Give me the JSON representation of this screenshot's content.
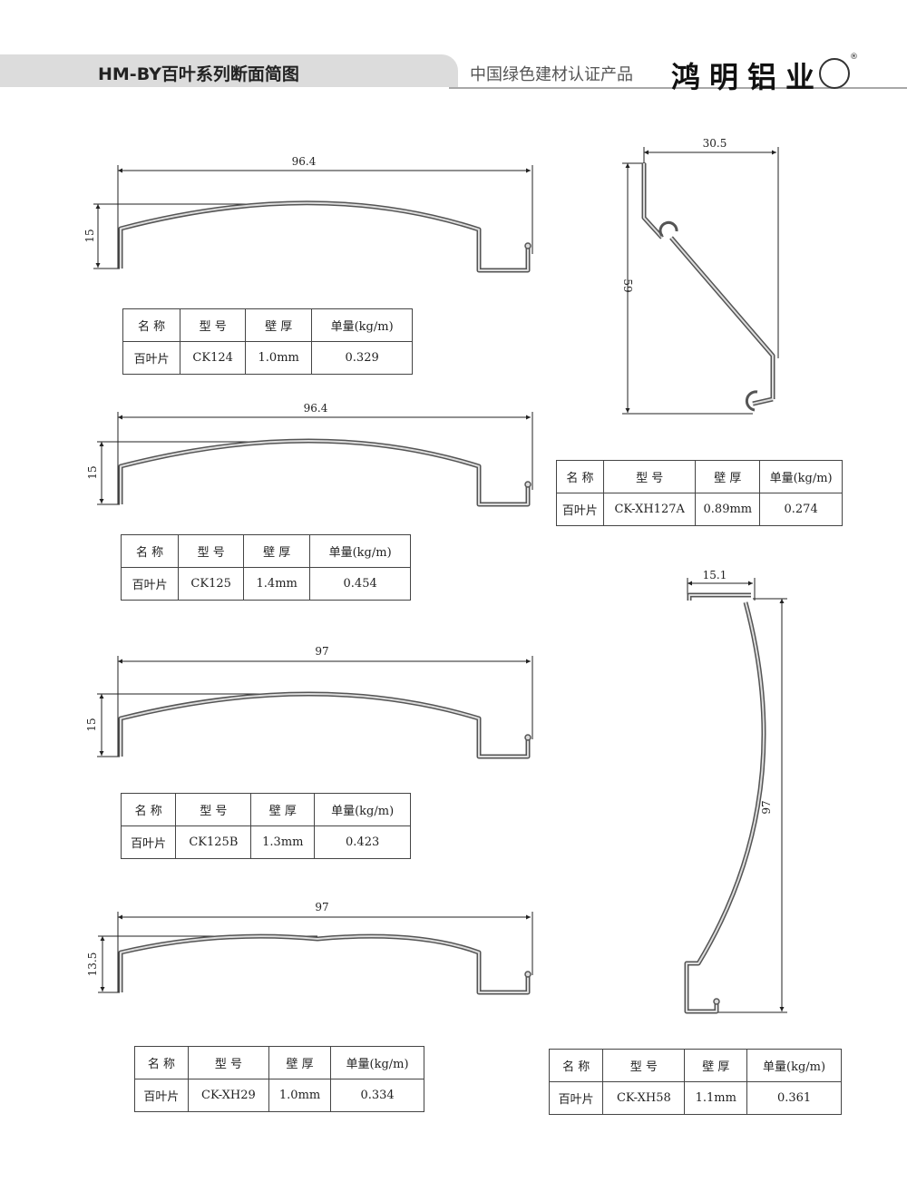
{
  "header": {
    "title": "HM-BY百叶系列断面简图",
    "certification": "中国绿色建材认证产品",
    "brand": "鸿明铝业",
    "registered_mark": "®"
  },
  "table_headers": {
    "name": "名 称",
    "model": "型 号",
    "thickness": "壁 厚",
    "weight": "单量(kg/m)"
  },
  "profiles": [
    {
      "width_dim": "96.4",
      "height_dim": "15",
      "name": "百叶片",
      "model": "CK124",
      "thickness": "1.0mm",
      "weight": "0.329"
    },
    {
      "width_dim": "96.4",
      "height_dim": "15",
      "name": "百叶片",
      "model": "CK125",
      "thickness": "1.4mm",
      "weight": "0.454"
    },
    {
      "width_dim": "97",
      "height_dim": "15",
      "name": "百叶片",
      "model": "CK125B",
      "thickness": "1.3mm",
      "weight": "0.423"
    },
    {
      "width_dim": "97",
      "height_dim": "13.5",
      "name": "百叶片",
      "model": "CK-XH29",
      "thickness": "1.0mm",
      "weight": "0.334"
    },
    {
      "width_dim": "30.5",
      "height_dim": "59",
      "name": "百叶片",
      "model": "CK-XH127A",
      "thickness": "0.89mm",
      "weight": "0.274"
    },
    {
      "width_dim": "15.1",
      "height_dim": "97",
      "name": "百叶片",
      "model": "CK-XH58",
      "thickness": "1.1mm",
      "weight": "0.361"
    }
  ]
}
